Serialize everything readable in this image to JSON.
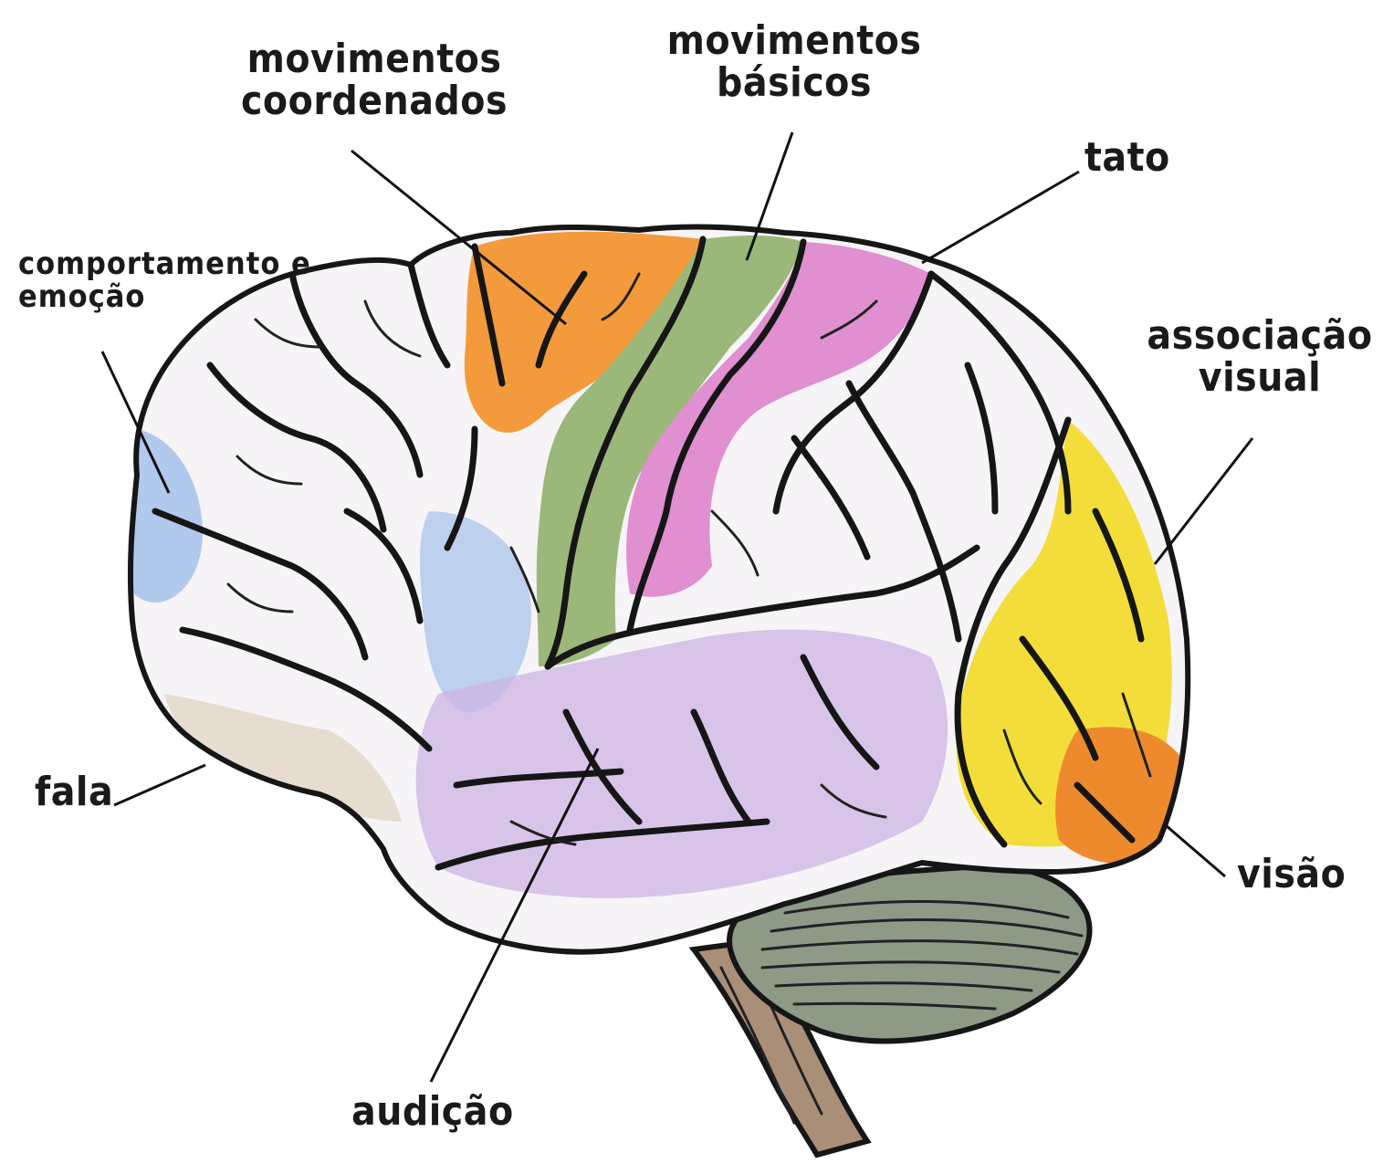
{
  "labels": {
    "movimentos_coordenados": "movimentos\ncoordenados",
    "movimentos_basicos": "movimentos\nbásicos",
    "tato": "tato",
    "comportamento_emocao": "comportamento e\nemoção",
    "associacao_visual": "associação\nvisual",
    "fala": "fala",
    "visao": "visão",
    "audicao": "audição"
  },
  "region_colors": {
    "comportamento_emocao": "#a9c4ea",
    "movimentos_coordenados": "#f39a3c",
    "movimentos_basicos": "#9bb87a",
    "tato": "#e08fd0",
    "associacao_visual": "#f2dd3a",
    "visao": "#ee8a2e",
    "audicao": "#cdb4e4",
    "fala": "#e6dcd0",
    "cerebellum": "#8c9a86",
    "cortex": "#f6f4f7"
  }
}
